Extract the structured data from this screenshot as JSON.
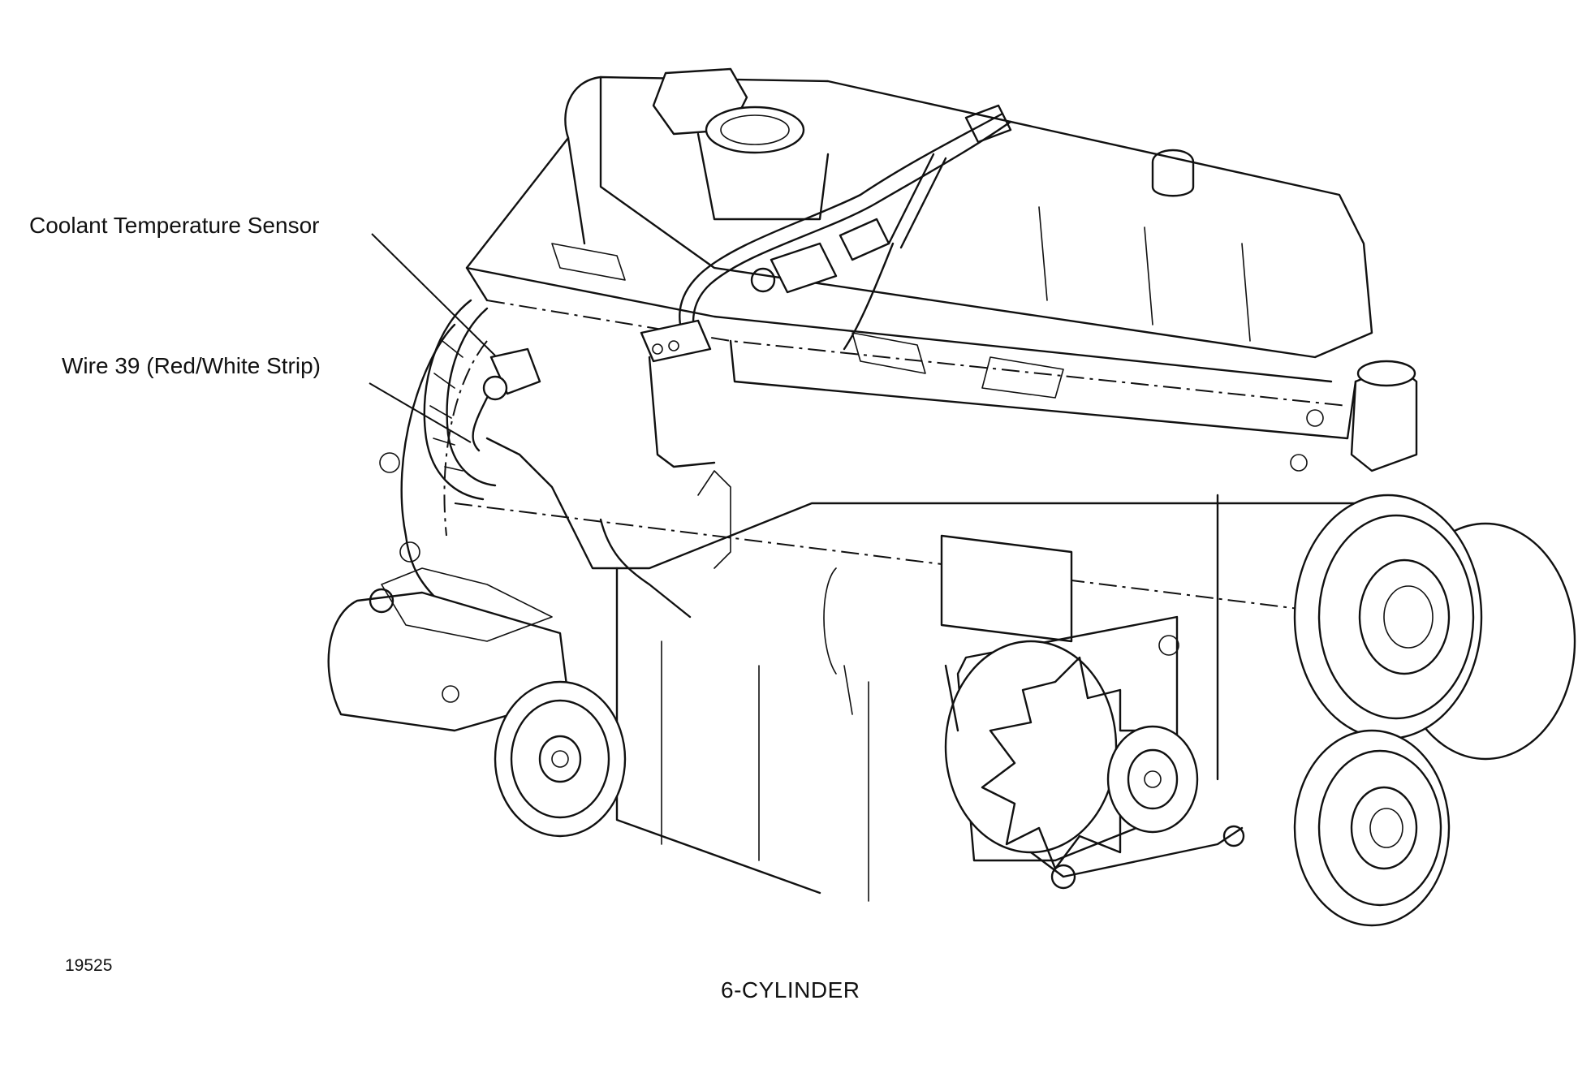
{
  "labels": {
    "coolant_sensor": "Coolant Temperature Sensor",
    "wire_39": "Wire 39 (Red/White Strip)",
    "figure_number": "19525",
    "caption": "6-CYLINDER"
  }
}
